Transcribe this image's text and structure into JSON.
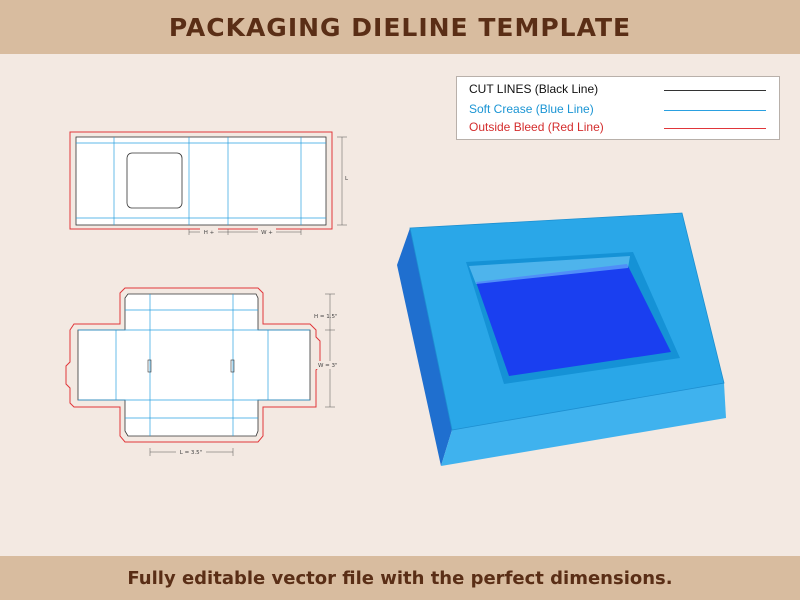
{
  "header": {
    "title": "PACKAGING DIELINE TEMPLATE"
  },
  "footer": {
    "text": "Fully editable vector file with the perfect dimensions."
  },
  "legend": {
    "items": [
      {
        "label": "CUT LINES (Black Line)",
        "color": "#333333"
      },
      {
        "label": "Soft Crease (Blue Line)",
        "color": "#2aa0e0"
      },
      {
        "label": "Outside Bleed (Red Line)",
        "color": "#e0363a"
      }
    ]
  },
  "dieline_top": {
    "dim_length": "L",
    "dim_height": "H +",
    "dim_width": "W +"
  },
  "dieline_bottom": {
    "dim_height": "H = 1.5\"",
    "dim_width": "W = 3\"",
    "dim_length": "L = 3.5\""
  },
  "colors": {
    "header_bg": "#d8bc9f",
    "header_text": "#5a2e16",
    "page_bg": "#f3e9e2",
    "box_blue": "#2aa7e8",
    "window_blue": "#1a3ff0"
  }
}
